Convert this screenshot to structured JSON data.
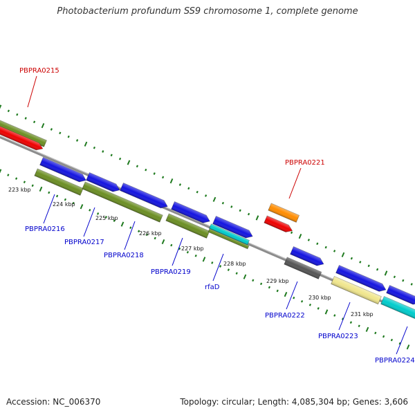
{
  "title": "Photobacterium profundum SS9 chromosome 1, complete genome",
  "accession": "Accession: NC_006370",
  "topology": "Topology: circular; Length: 4,085,304 bp; Genes: 3,606",
  "colors": {
    "background": "#ffffff",
    "backbone": "#8c8c8c",
    "tick": "#1f7a1f",
    "cds_blue": "#1414e0",
    "gene_olive": "#6b8e23",
    "gene_red": "#ee0000",
    "gene_orange": "#ff8c00",
    "gene_cyan": "#00cccc",
    "gene_grey": "#555555",
    "gene_khaki": "#f0e68c",
    "label_blue": "#0000cc",
    "label_red": "#cc0000"
  },
  "tick_labels": [
    "223 kbp",
    "224 kbp",
    "225 kbp",
    "226 kbp",
    "227 kbp",
    "228 kbp",
    "229 kbp",
    "230 kbp",
    "231 kbp"
  ],
  "outer_labels": [
    {
      "text": "PBPRA0215",
      "color": "red"
    },
    {
      "text": "PBPRA0221",
      "color": "red"
    }
  ],
  "inner_labels": [
    {
      "text": "PBPRA0216",
      "color": "blue"
    },
    {
      "text": "PBPRA0217",
      "color": "blue"
    },
    {
      "text": "PBPRA0218",
      "color": "blue"
    },
    {
      "text": "PBPRA0219",
      "color": "blue"
    },
    {
      "text": "rfaD",
      "color": "blue"
    },
    {
      "text": "PBPRA0222",
      "color": "blue"
    },
    {
      "text": "PBPRA0223",
      "color": "blue"
    },
    {
      "text": "PBPRA0224",
      "color": "blue"
    }
  ]
}
